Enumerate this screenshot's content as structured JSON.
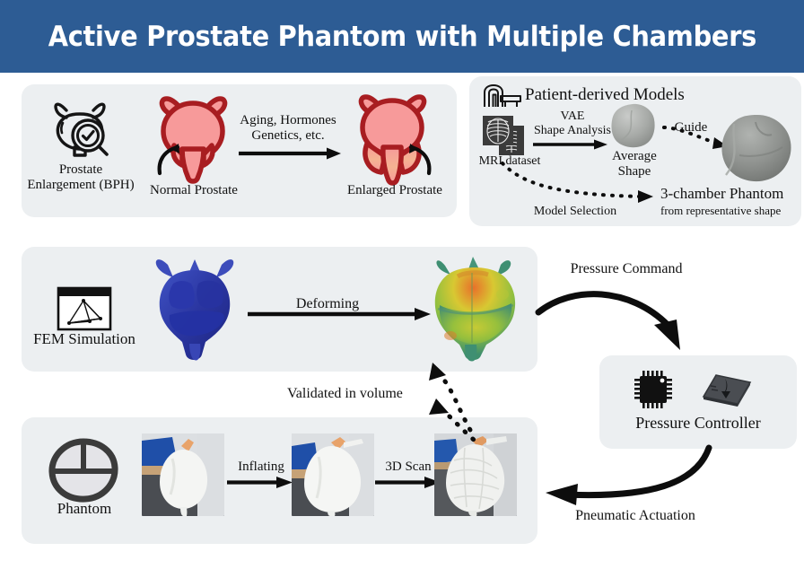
{
  "header": {
    "title": "Active Prostate Phantom with Multiple Chambers"
  },
  "panels": {
    "bph": {
      "icon_name": "prostate-enlargement-icon",
      "icon_label": "Prostate\nEnlargement (BPH)",
      "normal_label": "Normal Prostate",
      "arrow_label": "Aging, Hormones\nGenetics, etc.",
      "enlarged_label": "Enlarged Prostate"
    },
    "patient_models": {
      "heading": "Patient-derived Models",
      "mri_label": "MRI dataset",
      "vae_label": "VAE\nShape Analysis",
      "average_label": "Average\nShape",
      "guide_label": "Guide",
      "model_selection_label": "Model Selection",
      "phantom_label": "3-chamber Phantom",
      "phantom_sublabel": "from representative shape"
    },
    "fem": {
      "icon_label": "FEM Simulation",
      "deforming_label": "Deforming"
    },
    "phantom": {
      "icon_label": "Phantom",
      "inflating_label": "Inflating",
      "scan_label": "3D Scan"
    },
    "controller": {
      "label": "Pressure Controller"
    }
  },
  "connectors": {
    "pressure_command": "Pressure Command",
    "pneumatic_actuation": "Pneumatic Actuation",
    "validated": "Validated in volume"
  },
  "colors": {
    "header_blue": "#2d5c94",
    "panel_gray": "#eceff1",
    "prostate_pink": "#f6a3a3",
    "prostate_outline": "#a81d21",
    "fem_blue": "#2b39a8",
    "ink": "#111111"
  }
}
